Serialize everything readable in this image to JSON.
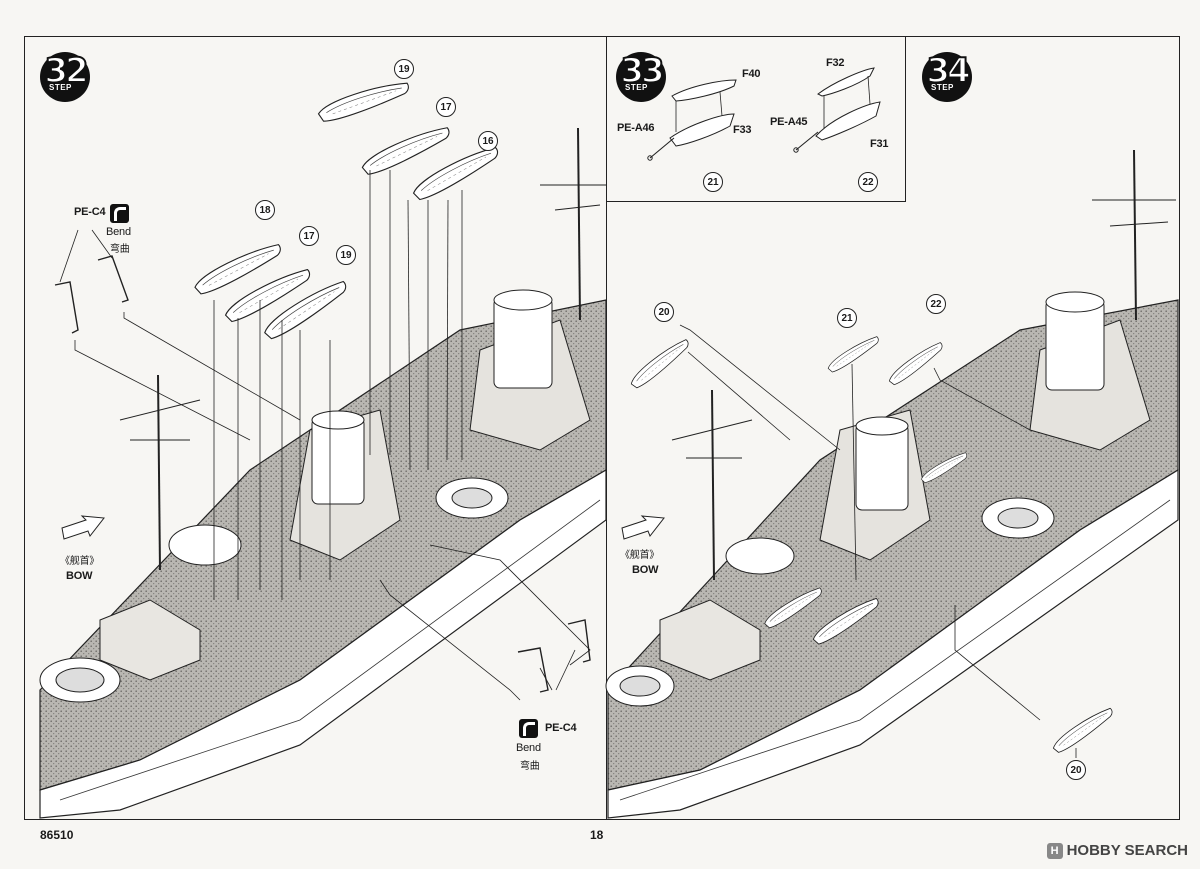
{
  "steps": [
    {
      "number": "32",
      "word": "STEP"
    },
    {
      "number": "33",
      "word": "STEP"
    },
    {
      "number": "34",
      "word": "STEP"
    }
  ],
  "step32": {
    "part_refs": [
      "19",
      "17",
      "16",
      "18",
      "17",
      "19"
    ],
    "pe_label_top": "PE-C4",
    "pe_label_bottom": "PE-C4",
    "bend_en": "Bend",
    "bend_cn": "弯曲",
    "bow_cn": "《舰首》",
    "bow_en": "BOW"
  },
  "step33": {
    "parts": [
      "F40",
      "F33",
      "PE-A46",
      "F32",
      "F31",
      "PE-A45"
    ],
    "results": [
      "21",
      "22"
    ]
  },
  "step34": {
    "part_refs": [
      "20",
      "21",
      "22",
      "20"
    ],
    "bow_cn": "《舰首》",
    "bow_en": "BOW"
  },
  "footer": {
    "code": "86510",
    "page": "18",
    "watermark": "HOBBY SEARCH",
    "watermark_icon": "hobby-search-logo-icon"
  }
}
